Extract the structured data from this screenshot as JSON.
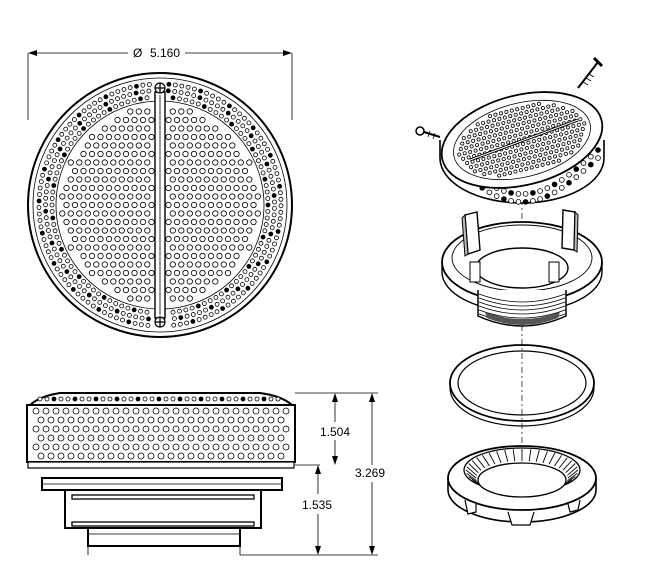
{
  "drawing": {
    "dimensions": {
      "diameter_symbol": "Ø",
      "diameter_value": "5.160",
      "cover_height": "1.504",
      "body_height": "1.535",
      "overall_height": "3.269"
    },
    "views": {
      "top_view": "cover-grate-top",
      "side_view": "assembly-side",
      "exploded_view": "assembly-exploded"
    }
  }
}
